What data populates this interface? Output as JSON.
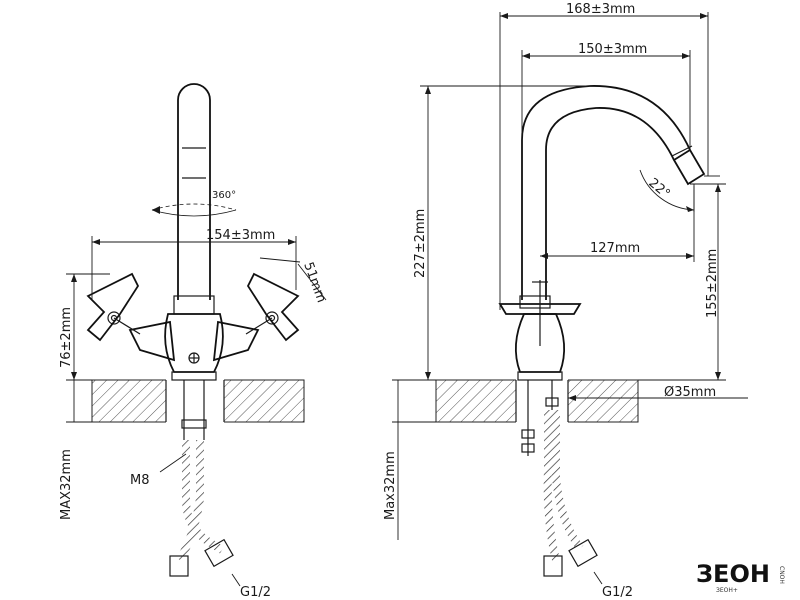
{
  "front_view": {
    "rotation": "360°",
    "width": "154±3mm",
    "handle": "51mm",
    "height": "76±2mm",
    "max_depth": "MAX32mm",
    "thread_rod": "M8",
    "thread_hose": "G1/2"
  },
  "side_view": {
    "reach_total": "168±3mm",
    "reach_spout": "150±3mm",
    "total_height": "227±2mm",
    "angle": "22°",
    "reach_base": "127mm",
    "spout_height": "155±2mm",
    "diameter": "Ø35mm",
    "max_depth": "Max32mm",
    "thread_hose": "G1/2"
  },
  "logo": {
    "text": "ЗЕОН",
    "subtext": "ЗЕОН+",
    "side": "CNOH"
  }
}
